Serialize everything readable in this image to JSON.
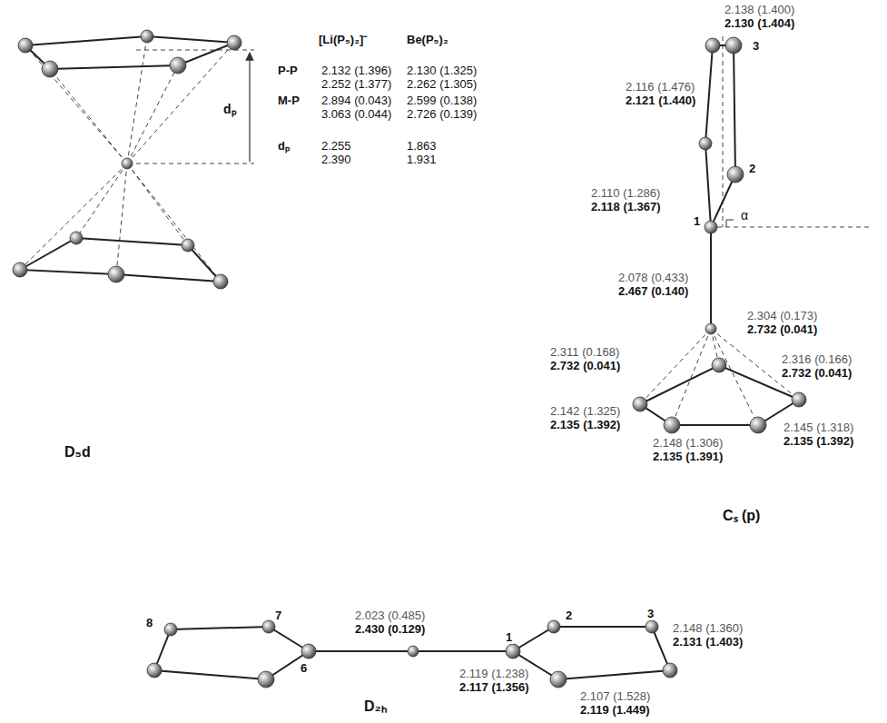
{
  "diagram": {
    "labels": [
      "[Li(P₅)₂]⁻",
      "Be(P₅)₂",
      "P-P",
      "2.132 (1.396)",
      "2.252 (1.377)",
      "2.130 (1.325)",
      "2.262 (1.305)",
      "M-P",
      "2.894 (0.043)",
      "3.063 (0.044)",
      "2.599 (0.138)",
      "2.726 (0.139)",
      "dₚ",
      "2.255",
      "2.390",
      "1.863",
      "1.931",
      "dₚ",
      "D₅d",
      "2.138 (1.400)",
      "2.130 (1.404)",
      "3",
      "2.116 (1.476)",
      "2.121 (1.440)",
      "2",
      "2.110 (1.286)",
      "2.118 (1.367)",
      "1",
      "α",
      "2.078 (0.433)",
      "2.467 (0.140)",
      "2.304 (0.173)",
      "2.732 (0.041)",
      "2.311 (0.168)",
      "2.732 (0.041)",
      "2.316 (0.166)",
      "2.732 (0.041)",
      "2.142 (1.325)",
      "2.135 (1.392)",
      "2.145 (1.318)",
      "2.135 (1.392)",
      "2.148 (1.306)",
      "2.135 (1.391)",
      "Cₛ (p)",
      "8",
      "7",
      "6",
      "2.023 (0.485)",
      "2.430 (0.129)",
      "1",
      "2",
      "3",
      "2.148 (1.360)",
      "2.131 (1.403)",
      "2.119 (1.238)",
      "2.117 (1.356)",
      "2.107 (1.528)",
      "2.119 (1.449)",
      "D₂ₕ"
    ]
  }
}
